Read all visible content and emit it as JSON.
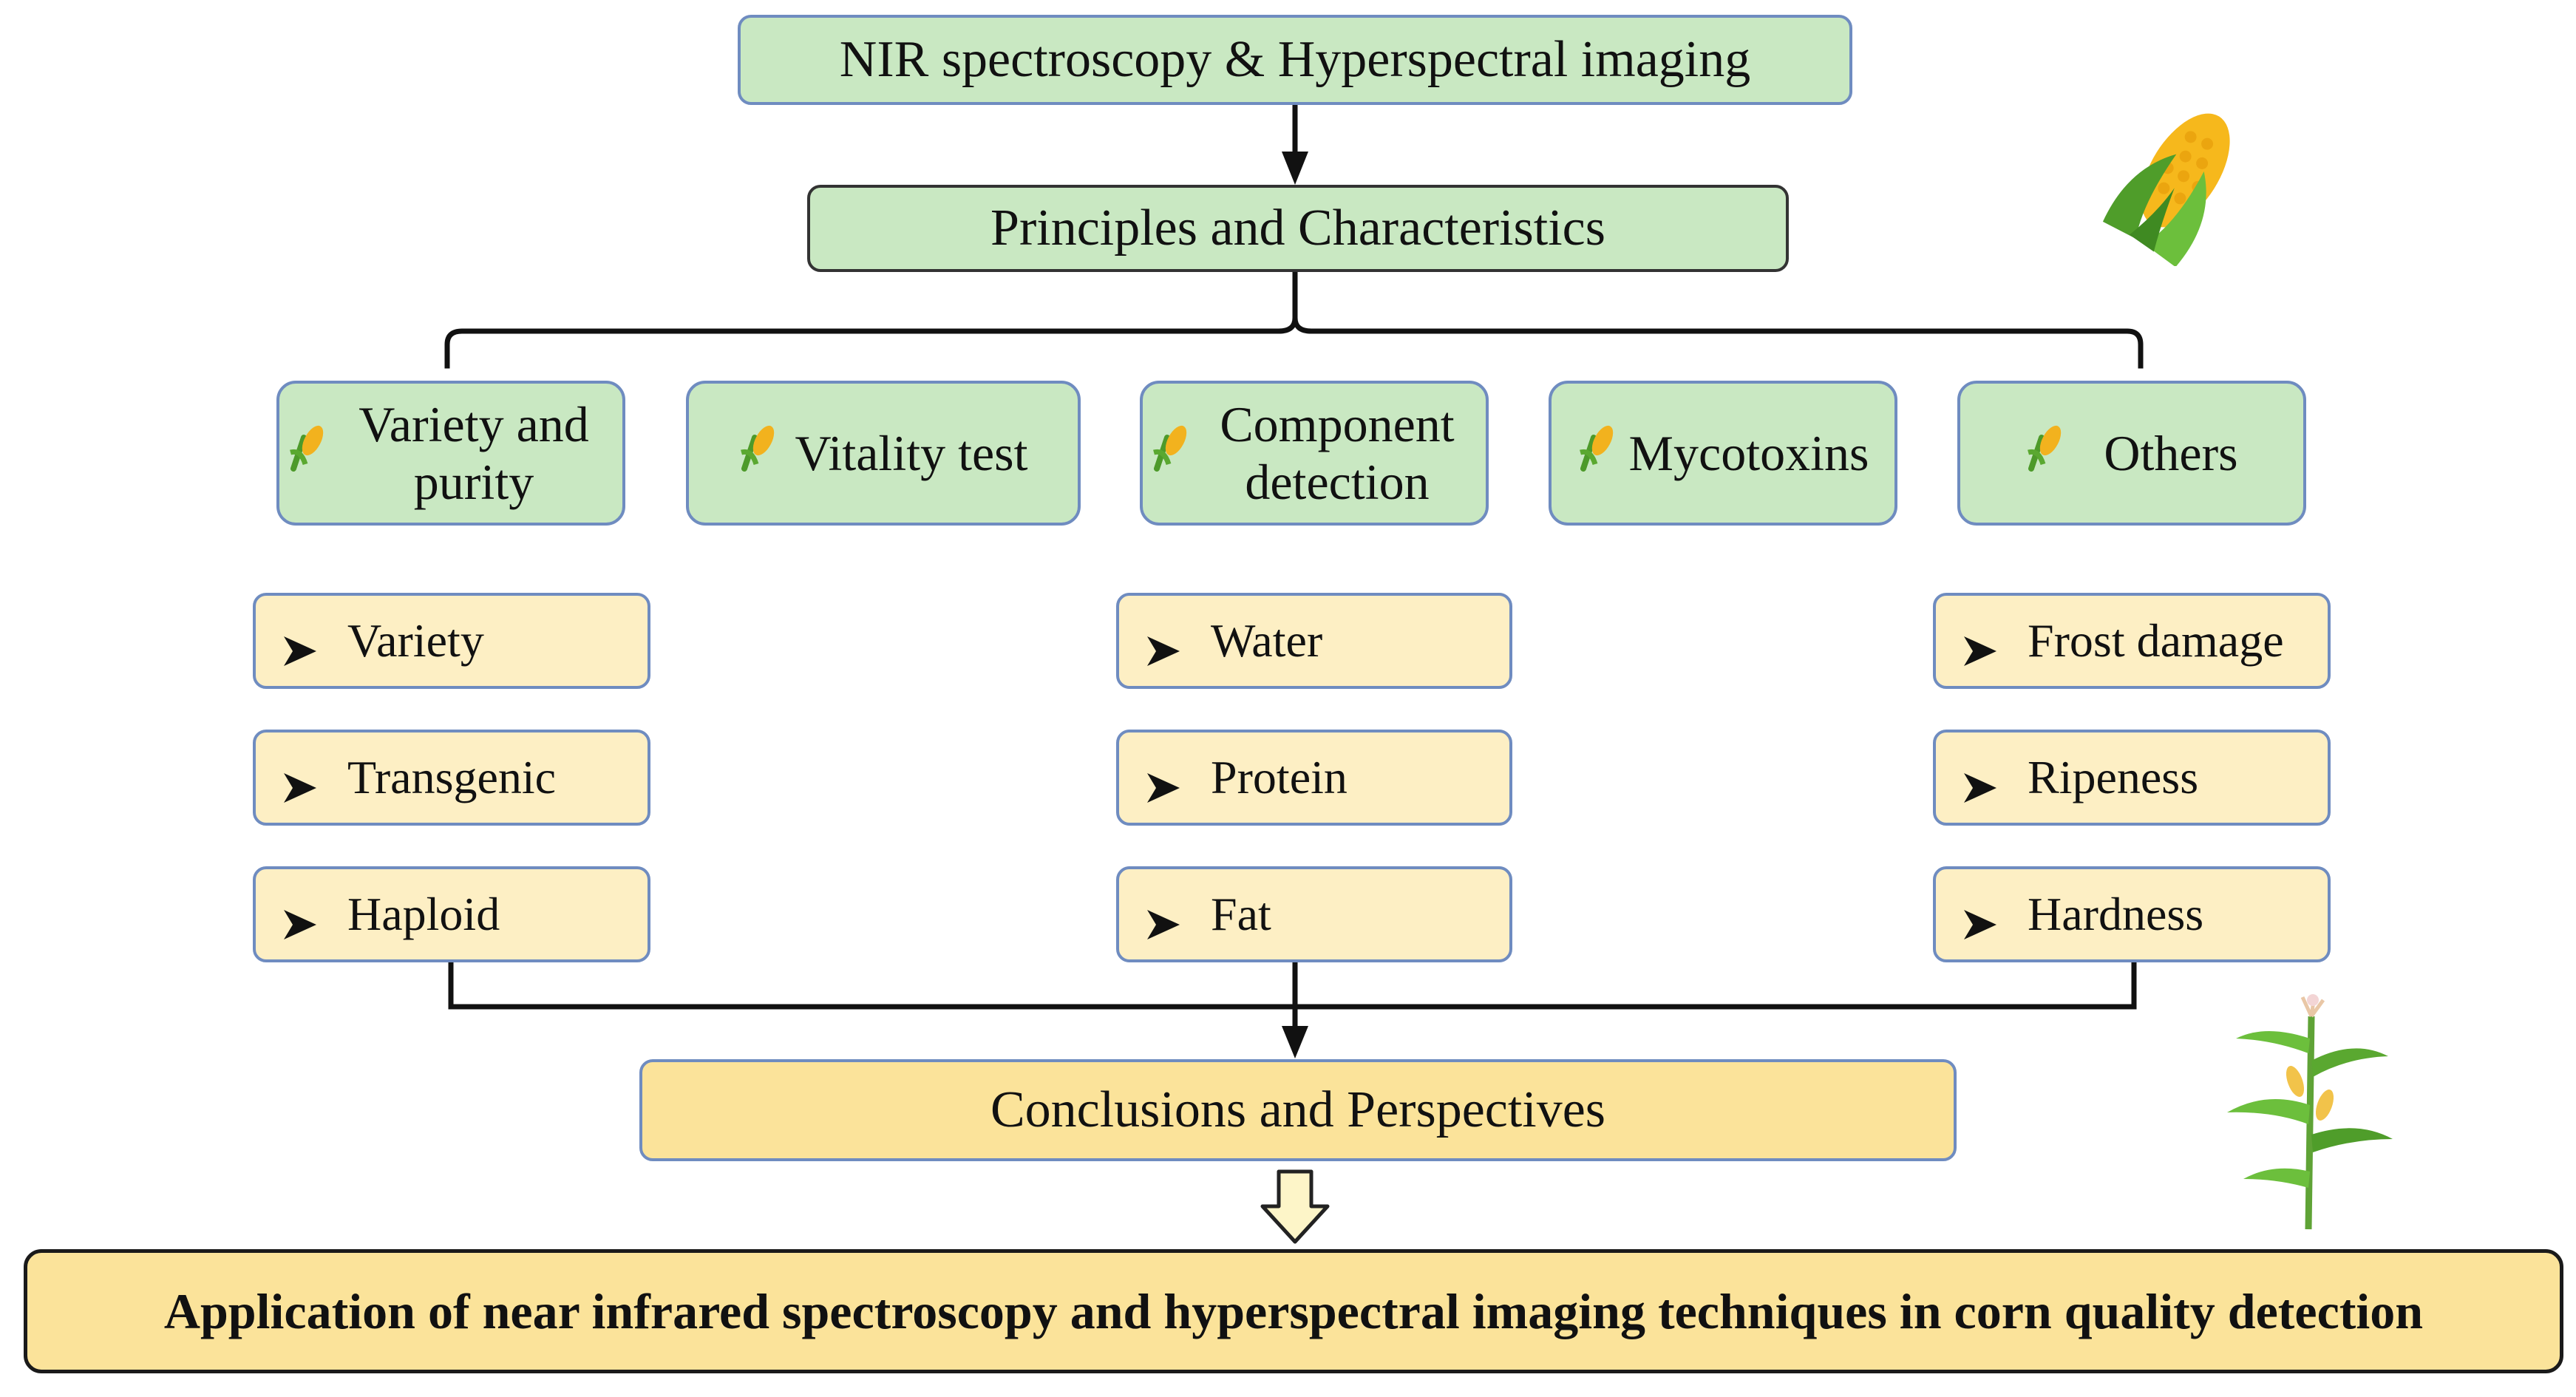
{
  "title_box": "NIR spectroscopy & Hyperspectral imaging",
  "principles_box": "Principles and Characteristics",
  "categories": [
    {
      "label": "Variety and purity",
      "icon": "corn-icon"
    },
    {
      "label": "Vitality test",
      "icon": "corn-icon"
    },
    {
      "label": "Component detection",
      "icon": "corn-icon"
    },
    {
      "label": "Mycotoxins",
      "icon": "corn-icon"
    },
    {
      "label": "Others",
      "icon": "corn-icon"
    }
  ],
  "variety_items": [
    "Variety",
    "Transgenic",
    "Haploid"
  ],
  "component_items": [
    "Water",
    "Protein",
    "Fat"
  ],
  "others_items": [
    "Frost damage",
    "Ripeness",
    "Hardness"
  ],
  "conclusions_box": "Conclusions and Perspectives",
  "final_box": "Application of near infrared spectroscopy and hyperspectral imaging techniques in corn quality detection",
  "colors": {
    "green_fill": "#c9e8c2",
    "cream_fill": "#fdefc4",
    "gold_fill": "#fbe39a",
    "border_blue": "#6f8cc0",
    "line_black": "#111111"
  },
  "decor_icons": [
    "corn-cob-icon",
    "corn-plant-icon"
  ]
}
